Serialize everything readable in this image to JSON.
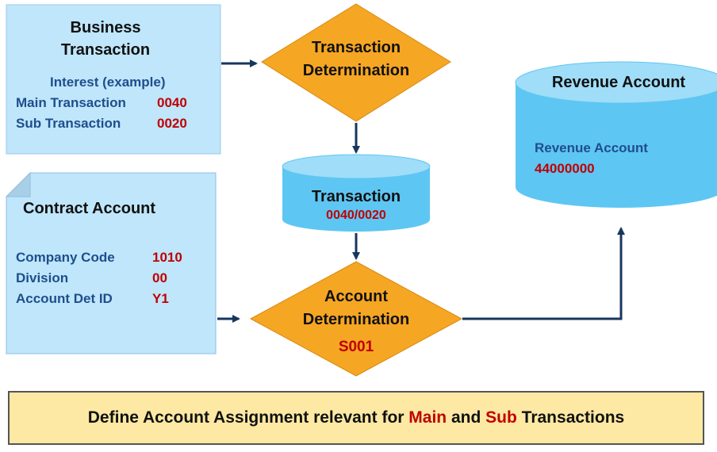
{
  "business_transaction": {
    "title_line1": "Business",
    "title_line2": "Transaction",
    "example": "Interest (example)",
    "main_label": "Main Transaction",
    "main_value": "0040",
    "sub_label": "Sub Transaction",
    "sub_value": "0020"
  },
  "transaction_determination": {
    "line1": "Transaction",
    "line2": "Determination"
  },
  "transaction_store": {
    "label": "Transaction",
    "value": "0040/0020"
  },
  "contract_account": {
    "title": "Contract Account",
    "rows": [
      {
        "label": "Company Code",
        "value": "1010"
      },
      {
        "label": "Division",
        "value": "00"
      },
      {
        "label": "Account Det ID",
        "value": "Y1"
      }
    ]
  },
  "account_determination": {
    "line1": "Account",
    "line2": "Determination",
    "value": "S001"
  },
  "revenue_account": {
    "title": "Revenue Account",
    "label": "Revenue Account",
    "value": "44000000"
  },
  "footer": {
    "part1": "Define Account Assignment relevant for ",
    "main": "Main",
    "and": " and ",
    "sub": "Sub",
    "part2": " Transactions"
  },
  "colors": {
    "box_fill": "#bfe6fb",
    "cylinder_fill": "#5ec6f3",
    "diamond_fill": "#f5a623",
    "arrow": "#17365d",
    "footer_fill": "#fde9a3",
    "value_red": "#c00000"
  }
}
